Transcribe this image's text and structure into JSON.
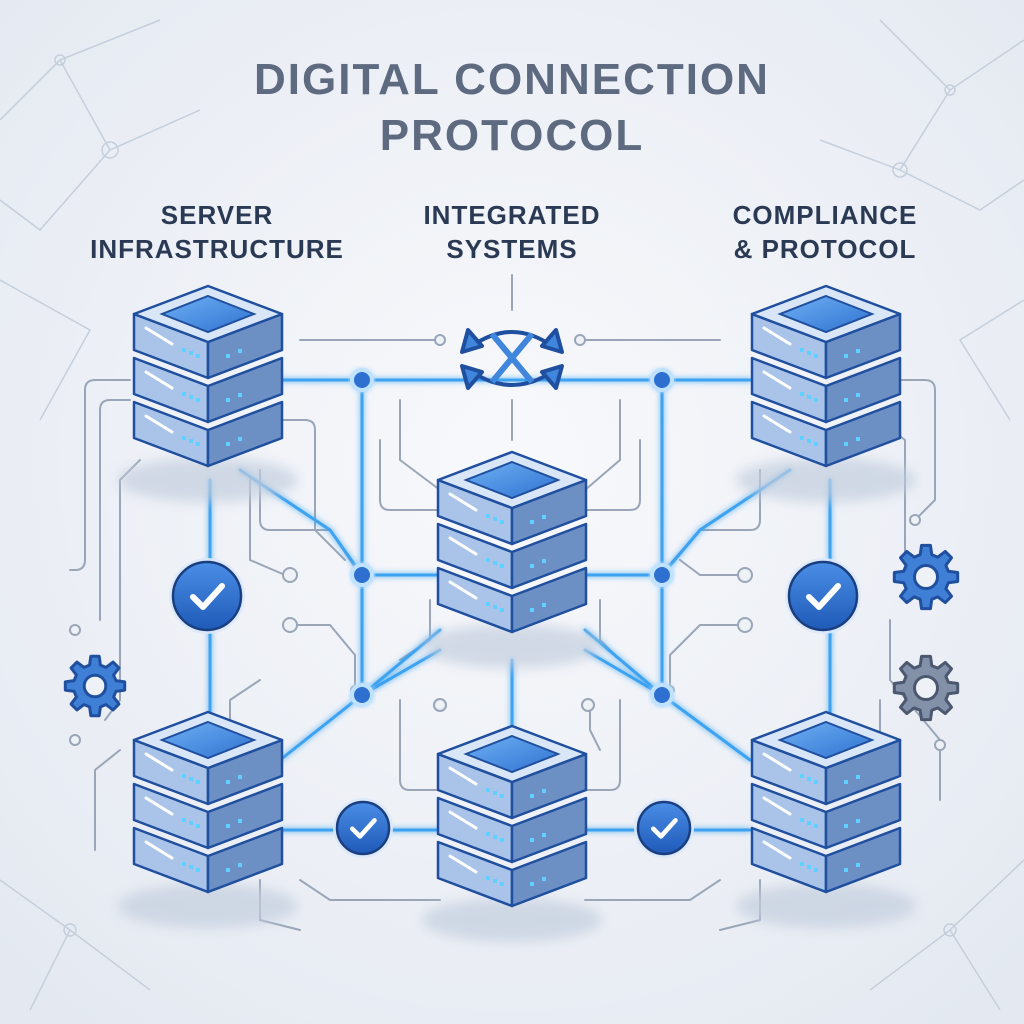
{
  "title": {
    "line1": "DIGITAL CONNECTION",
    "line2": "PROTOCOL"
  },
  "columns": [
    {
      "line1": "SERVER",
      "line2": "INFRASTRUCTURE"
    },
    {
      "line1": "INTEGRATED",
      "line2": "SYSTEMS"
    },
    {
      "line1": "COMPLIANCE",
      "line2": "& PROTOCOL"
    }
  ],
  "colors": {
    "background": "#eef1f6",
    "glow_line": "#3ea3f0",
    "circuit_line": "#9aa6b8",
    "server_face": "#a9c4e8",
    "server_side": "#6d90c4",
    "server_top": "#d8e6f8",
    "screen": "#3f86dc",
    "led": "#5fd0ff",
    "badge": "#2f6fd0",
    "gear": "#3f7fd6",
    "gear_muted": "#8391a8",
    "title_text": "#5d6a80",
    "heading_text": "#2a3a54"
  },
  "icons": {
    "badges": "check-badge-icon",
    "gears": "gear-icon",
    "exchange": "swap-arrows-icon"
  }
}
